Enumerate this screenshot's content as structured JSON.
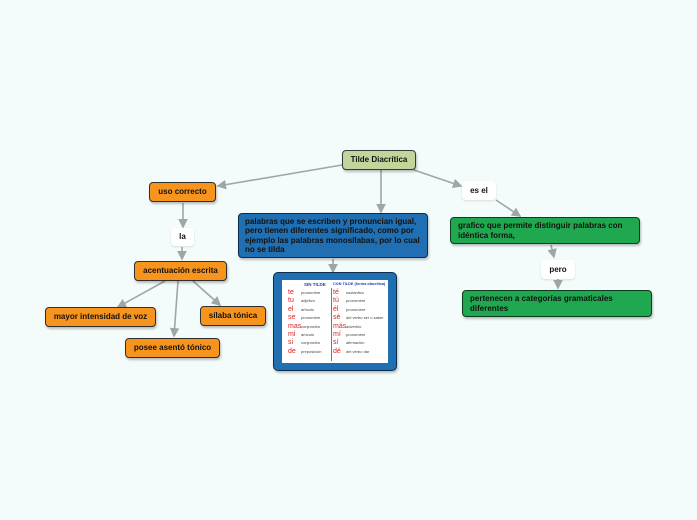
{
  "root": {
    "label": "Tilde Diacrítica"
  },
  "left": {
    "uso_correcto": "uso correcto",
    "la": "la",
    "acentuacion": "acentuación escrita",
    "mayor": "mayor intensidad de voz",
    "silaba": "sílaba tónica",
    "posee": "posee asentó tónico"
  },
  "center": {
    "text": "palabras que se escriben y pronuncian igual, pero tienen diferentes significado, como por ejemplo las palabras monosílabas, por lo cual no se tilda"
  },
  "table": {
    "header_left": "SIN TILDE",
    "header_right": "CON TILDE (forma diacrítica)",
    "rows": [
      {
        "w1": "te",
        "m1": "pronombre",
        "w2": "té",
        "m2": "sustantivo"
      },
      {
        "w1": "tu",
        "m1": "adjetivo",
        "w2": "tú",
        "m2": "pronombre"
      },
      {
        "w1": "el",
        "m1": "artículo",
        "w2": "él",
        "m2": "pronombre"
      },
      {
        "w1": "se",
        "m1": "pronombre",
        "w2": "sé",
        "m2": "del verbo ser o saber"
      },
      {
        "w1": "mas",
        "m1": "conjunción",
        "w2": "más",
        "m2": "adverbio"
      },
      {
        "w1": "mi",
        "m1": "artículo",
        "w2": "mí",
        "m2": "pronombre"
      },
      {
        "w1": "si",
        "m1": "conjunción",
        "w2": "sí",
        "m2": "afirmación"
      },
      {
        "w1": "de",
        "m1": "preposición",
        "w2": "dé",
        "m2": "del verbo dar"
      }
    ]
  },
  "right": {
    "es_el": "es el",
    "grafico": "grafico que permite distinguir palabras con idéntica forma,",
    "pero": "pero",
    "pertenecen": "pertenecen a categorías gramaticales diferentes"
  },
  "colors": {
    "root": "#c2d69b",
    "orange": "#f7941d",
    "blue": "#1f6fb2",
    "green": "#1fa84f",
    "connector": "#a0a6a6"
  }
}
